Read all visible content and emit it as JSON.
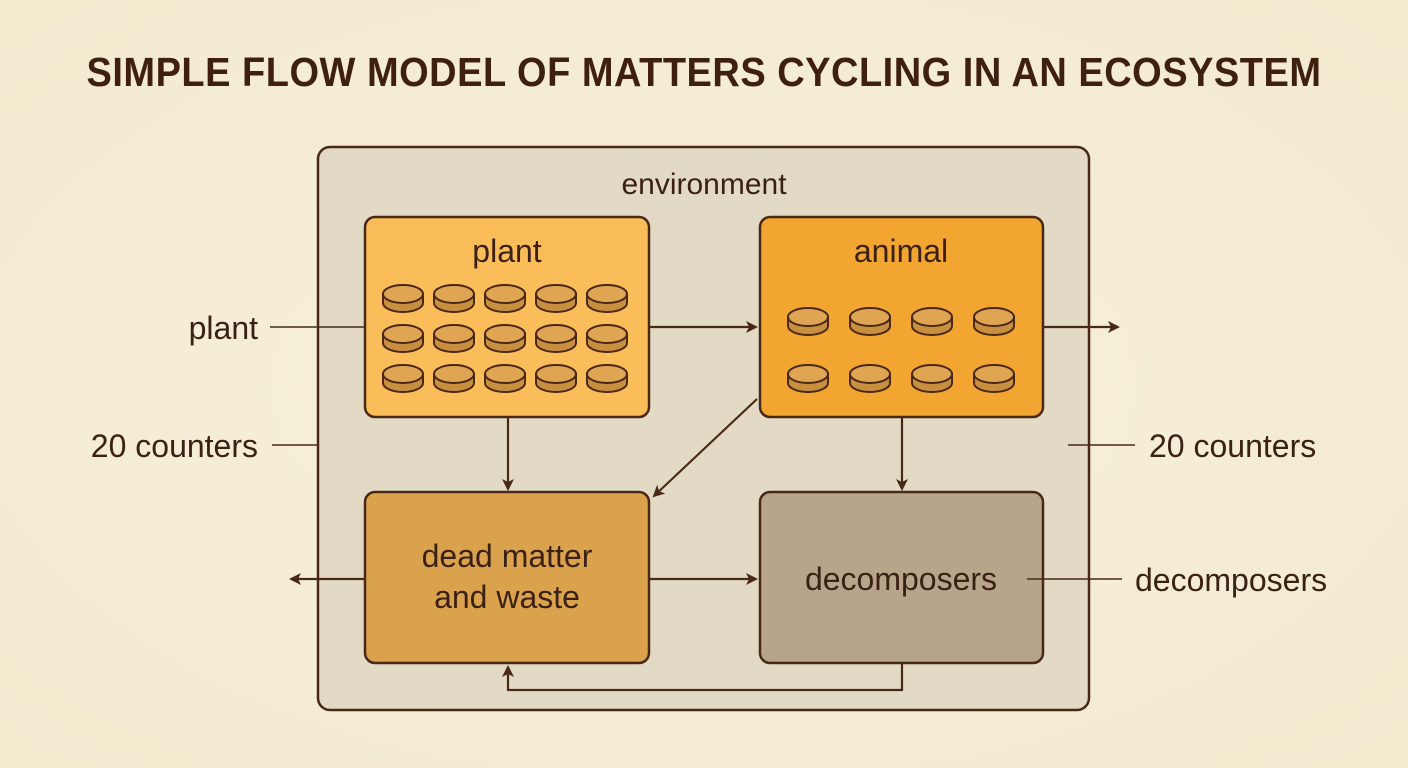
{
  "title": "SIMPLE FLOW MODEL OF MATTERS CYCLING IN AN ECOSYSTEM",
  "environment_label": "environment",
  "boxes": {
    "plant": {
      "label": "plant",
      "counter_count": 15
    },
    "animal": {
      "label": "animal",
      "counter_count": 8
    },
    "dead": {
      "line1": "dead matter",
      "line2": "and waste"
    },
    "decomposers": {
      "label": "decomposers"
    }
  },
  "side_labels": {
    "left_plant": "plant",
    "left_counters": "20 counters",
    "right_counters": "20 counters",
    "right_decomposers": "decomposers"
  },
  "colors": {
    "background": "#f6efd8",
    "environment": "#e3dac5",
    "plant": "#fbbd5a",
    "animal": "#f2a530",
    "dead_matter": "#dba24e",
    "decomposers": "#b6a58a",
    "ink": "#4a2816"
  }
}
